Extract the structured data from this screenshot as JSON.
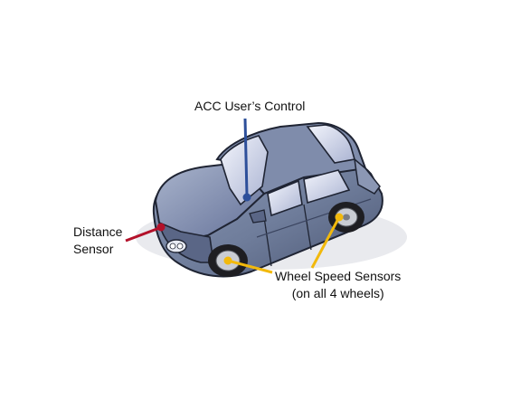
{
  "labels": {
    "acc_control": "ACC User’s Control",
    "distance_sensor": [
      "Distance",
      "Sensor"
    ],
    "wheel_speed_sensors": [
      "Wheel Speed Sensors",
      "(on all 4 wheels)"
    ]
  },
  "colors": {
    "acc_line": "#2d4f9a",
    "distance_line": "#b3112a",
    "wheel_line": "#f2b90c",
    "car_body": "#6f7d9b",
    "car_body_dark": "#4b5673",
    "glass": "#d6dcf0",
    "tire": "#1e1e22",
    "rim": "#c9ccd3"
  },
  "icons": [
    "car-illustration",
    "sensor-dot"
  ]
}
